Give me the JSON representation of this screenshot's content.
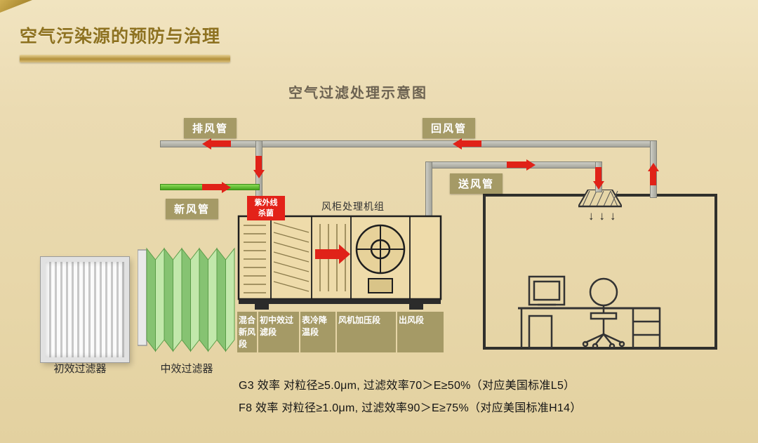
{
  "header": {
    "title": "空气污染源的预防与治理"
  },
  "diagram": {
    "title": "空气过滤处理示意图",
    "duct_labels": {
      "exhaust": "排风管",
      "return": "回风管",
      "supply": "送风管",
      "fresh": "新风管"
    },
    "ahu": {
      "name": "风柜处理机组",
      "uv_lines": [
        "紫外线",
        "杀菌"
      ],
      "sections": [
        "混合新风段",
        "初中效过滤段",
        "表冷降温段",
        "风机加压段",
        "出风段"
      ]
    },
    "filters": {
      "primary": "初效过滤器",
      "medium": "中效过滤器"
    },
    "icons": {
      "diffuser_down_arrows": "↓↓↓"
    }
  },
  "notes": {
    "g3": "G3 效率 对粒径≥5.0μm, 过滤效率70＞E≥50%（对应美国标准L5）",
    "f8": "F8 效率 对粒径≥1.0μm, 过滤效率90＞E≥75%（对应美国标准H14）"
  },
  "colors": {
    "header_gold": "#8e7220",
    "duct_gray": "#b3b3ab",
    "fresh_green": "#4aa820",
    "arrow_red": "#e02218",
    "label_olive": "#a59a66",
    "uv_red": "#e32219",
    "background": "#e8d8aa"
  }
}
